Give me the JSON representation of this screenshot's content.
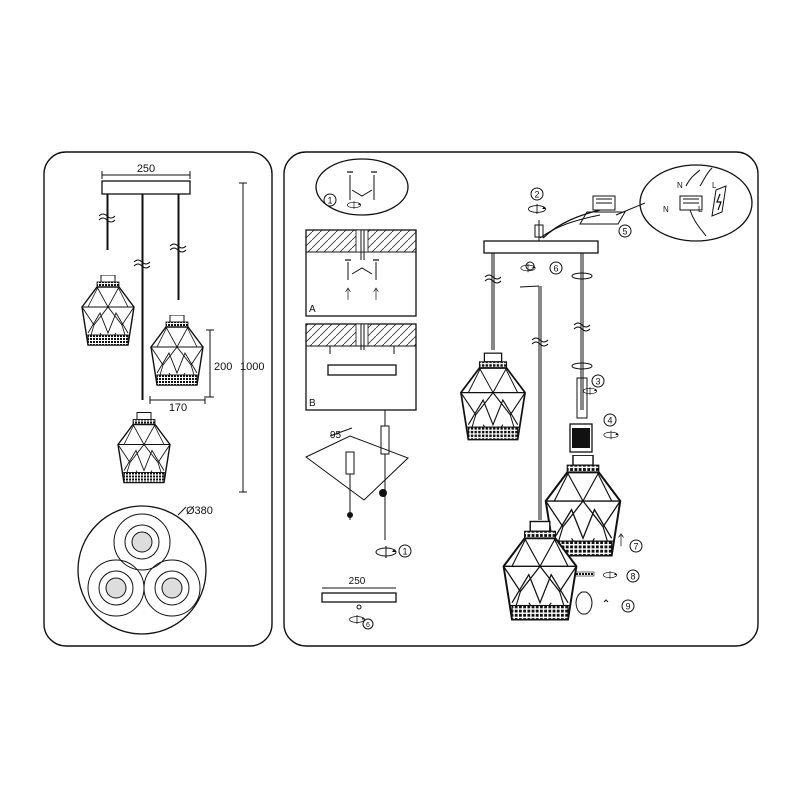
{
  "left_panel": {
    "dims": {
      "canopy_width": "250",
      "total_height": "1000",
      "shade_height": "200",
      "shade_diameter": "170",
      "spread_diameter": "Ø380"
    }
  },
  "right_panel": {
    "step_labels": {
      "s1": "1",
      "s2": "2",
      "s3": "3",
      "s4": "4",
      "s5": "5",
      "s6": "6",
      "s7": "7",
      "s8": "8",
      "s9": "9"
    },
    "mount_labels": {
      "a": "A",
      "b": "B"
    },
    "dims": {
      "hole_spacing": "95",
      "bar_length": "250"
    },
    "wire_labels": {
      "n_top": "N",
      "l_top": "L",
      "n_bottom": "N",
      "l_bottom": "L"
    }
  },
  "icons": [
    "hand-icon",
    "rotate-icon",
    "screw-icon",
    "dowel-icon",
    "bulb-icon",
    "warning-icon",
    "terminal-block-icon"
  ]
}
